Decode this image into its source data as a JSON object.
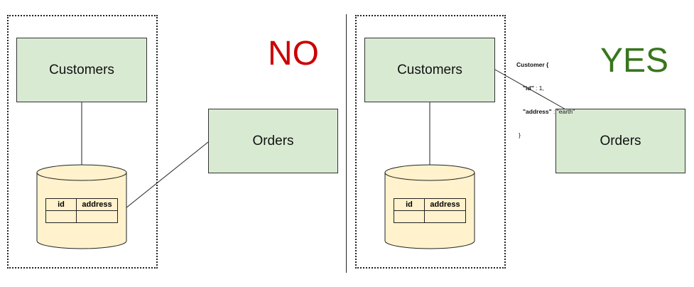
{
  "panels": [
    {
      "verdict": "NO",
      "verdict_color": "#cc0000",
      "service_top": "Customers",
      "service_right": "Orders",
      "db_columns": [
        "id",
        "address"
      ]
    },
    {
      "verdict": "YES",
      "verdict_color": "#38761d",
      "service_top": "Customers",
      "service_right": "Orders",
      "db_columns": [
        "id",
        "address"
      ],
      "payload": {
        "line1": "Customer {",
        "key1": "\"id\"",
        "val1": " : 1,",
        "key2": "\"address\"",
        "val2": " : \"earth\"",
        "line4": "}"
      }
    }
  ],
  "colors": {
    "service_fill": "#d9ead3",
    "db_fill": "#fff2cc",
    "line": "#222222"
  }
}
